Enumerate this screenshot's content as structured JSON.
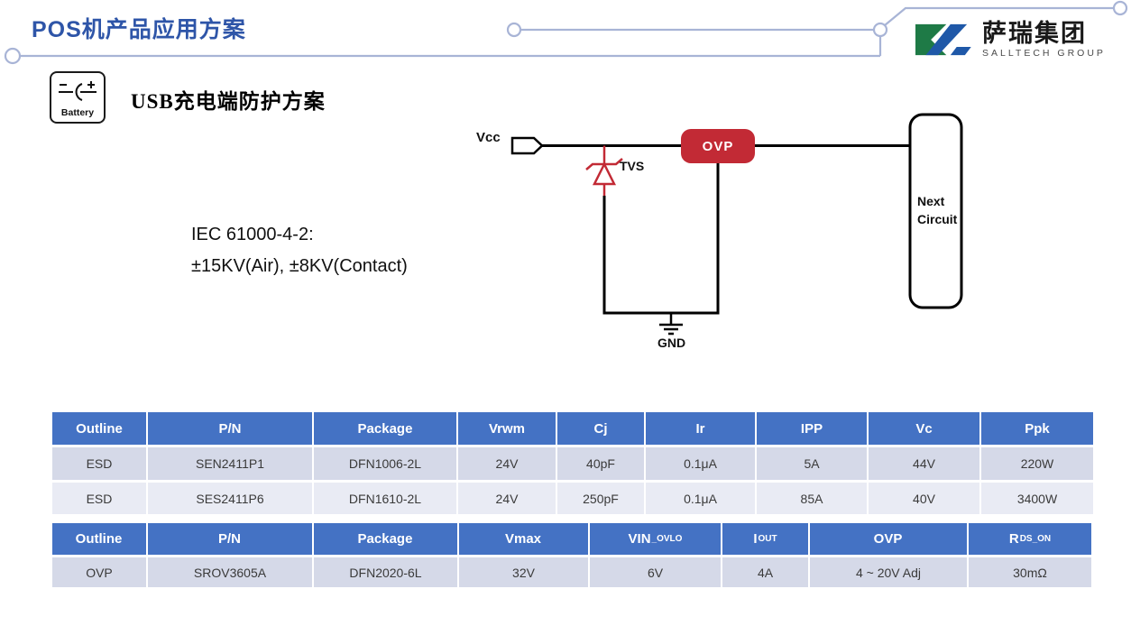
{
  "slide_title": "POS机产品应用方案",
  "logo": {
    "company_name": "萨瑞集团",
    "company_subtitle": "SALLTECH GROUP"
  },
  "section": {
    "battery_icon_label": "Battery",
    "heading": "USB充电端防护方案"
  },
  "standard_note": {
    "line1": "IEC 61000-4-2:",
    "line2": "±15KV(Air), ±8KV(Contact)"
  },
  "circuit": {
    "vcc": "Vcc",
    "tvs": "TVS",
    "ovp": "OVP",
    "next_line1": "Next",
    "next_line2": "Circuit",
    "gnd": "GND"
  },
  "colors": {
    "title_blue": "#2E55A8",
    "decor_line": "#A8B4D6",
    "table_header_blue": "#4472C4",
    "row_dark": "#D5D9E8",
    "row_light": "#E9EBF4",
    "schematic_red": "#C22A35",
    "logo_green": "#1E7A46",
    "logo_blue": "#1F58A8"
  },
  "tables": [
    {
      "columns": [
        "Outline",
        "P/N",
        "Package",
        "Vrwm",
        "Cj",
        "Ir",
        "IPP",
        "Vc",
        "Ppk"
      ],
      "rows": [
        [
          "ESD",
          "SEN2411P1",
          "DFN1006-2L",
          "24V",
          "40pF",
          "0.1μA",
          "5A",
          "44V",
          "220W"
        ],
        [
          "ESD",
          "SES2411P6",
          "DFN1610-2L",
          "24V",
          "250pF",
          "0.1μA",
          "85A",
          "40V",
          "3400W"
        ]
      ]
    },
    {
      "columns": [
        {
          "main": "Outline",
          "sub": ""
        },
        {
          "main": "P/N",
          "sub": ""
        },
        {
          "main": "Package",
          "sub": ""
        },
        {
          "main": "Vmax",
          "sub": ""
        },
        {
          "main": "VIN",
          "sub": "_OVLO"
        },
        {
          "main": "I",
          "sub": "OUT"
        },
        {
          "main": "OVP",
          "sub": ""
        },
        {
          "main": "R",
          "sub": "DS_ON"
        }
      ],
      "rows": [
        [
          "OVP",
          "SROV3605A",
          "DFN2020-6L",
          "32V",
          "6V",
          "4A",
          "4 ~ 20V Adj",
          "30mΩ"
        ]
      ]
    }
  ]
}
